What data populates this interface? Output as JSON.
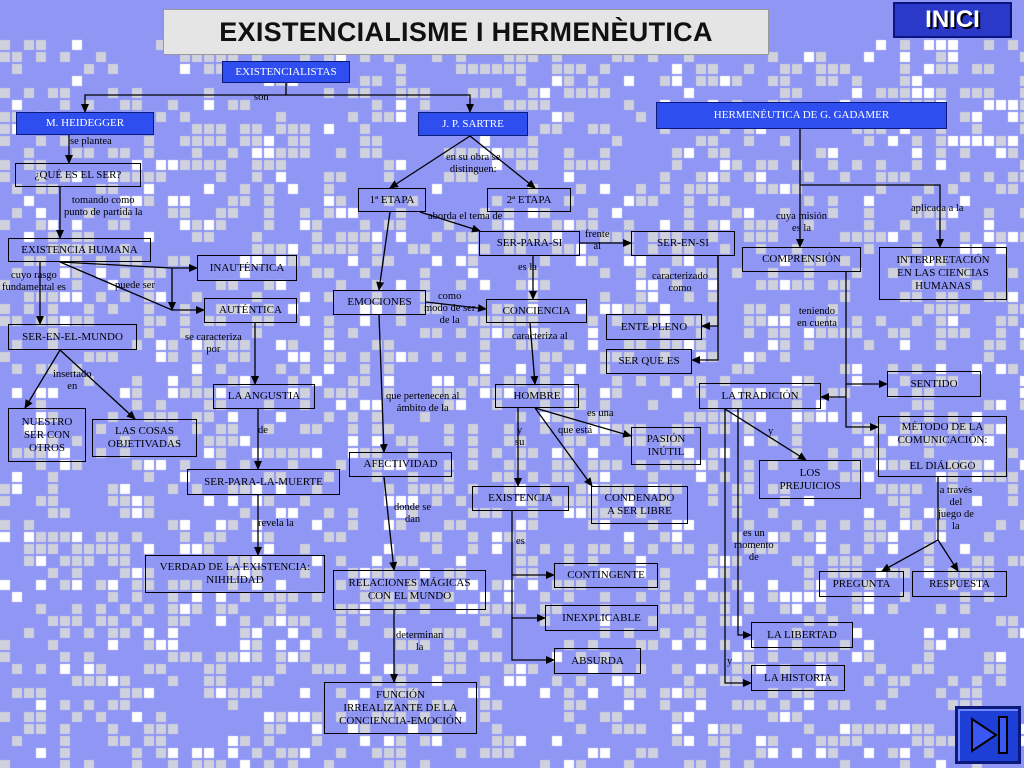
{
  "title": "EXISTENCIALISME I HERMENÈUTICA",
  "home_label": "INICI",
  "colors": {
    "background": "#8f96f4",
    "node_blue": "#2f4ef0",
    "pixel_light": "#cfd2dc",
    "pixel_white": "#ffffff"
  },
  "nodes": {
    "existencialistas": "EXISTENCIALISTAS",
    "heidegger": "M. HEIDEGGER",
    "sartre": "J. P.  SARTRE",
    "gadamer": "HERMENÉUTICA DE G. GADAMER",
    "que_es_ser": "¿QUÉ ES EL SER?",
    "existencia_humana": "EXISTENCIA HUMANA",
    "inautentica": "INAUTÉNTICA",
    "autentica": "AUTÉNTICA",
    "ser_en_el_mundo": "SER-EN-EL-MUNDO",
    "nuestro_ser": "NUESTRO\nSER CON\nOTROS",
    "cosas": "LAS COSAS\nOBJETIVADAS",
    "angustia": "LA ANGUSTIA",
    "ser_para_muerte": "SER-PARA-LA-MUERTE",
    "verdad": "VERDAD DE LA EXISTENCIA:\nNIHILIDAD",
    "etapa1": "1ª ETAPA",
    "etapa2": "2ª ETAPA",
    "ser_para_si": "SER-PARA-SI",
    "ser_en_si": "SER-EN-SI",
    "emociones": "EMOCIONES",
    "conciencia": "CONCIENCIA",
    "ente_pleno": "ENTE PLENO",
    "ser_que_es": "SER QUE ES",
    "hombre": "HOMBRE",
    "pasion": "PASIÓN\nINÚTIL",
    "afectividad": "AFECTIVIDAD",
    "existencia": "EXISTENCIA",
    "condenado": "CONDENADO\nA SER LIBRE",
    "relaciones": "RELACIONES MÁGICAS\nCON EL MUNDO",
    "contingente": "CONTINGENTE",
    "inexplicable": "INEXPLICABLE",
    "absurda": "ABSURDA",
    "funcion": "FUNCIÓN\nIRREALIZANTE DE LA\nCONCIENCIA-EMOCIÓN",
    "comprension": "COMPRENSIÓN",
    "interpretacion": "INTERPRETACIÓN\nEN LAS CIENCIAS\nHUMANAS",
    "sentido": "SENTIDO",
    "tradicion": "LA TRADICIÓN",
    "metodo": "MÉTODO DE LA\nCOMUNICACIÓN:\n\nEL DIÁLOGO",
    "prejuicios": "LOS\nPREJUICIOS",
    "pregunta": "PREGUNTA",
    "respuesta": "RESPUESTA",
    "libertad": "LA LIBERTAD",
    "historia": "LA HISTORIA"
  },
  "labels": {
    "son": "son",
    "se_plantea": "se plantea",
    "en_su_obra": "en su obra se\ndistinguen:",
    "tomando": "tomando como\npunto de partida la",
    "aborda": "aborda el tema de",
    "frente": "frente\nal",
    "cuya_mision": "cuya misión\nes la",
    "aplicada": "aplicada a la",
    "cuyo_rasgo": "cuyo rasgo\nfundamental es",
    "puede_ser": "puede ser",
    "es_la": "es la",
    "caracterizado": "caracterizado\ncomo",
    "como_modo": "como\nmodo de ser\nde la",
    "teniendo": "teniendo\nen cuenta",
    "se_caracteriza": "se caracteriza\npor",
    "caracteriza_al": "caracteriza al",
    "insertado": "insertado\nen",
    "que_pertenecen": "que pertenecen al\námbito de la",
    "es_una": "es una",
    "que_esta": "que está",
    "y_su": "y\nsu",
    "de": "de",
    "y_prejuicios": "y",
    "donde_se_dan": "donde se\ndan",
    "revela": "revela la",
    "es": "es",
    "a_traves": "a través\ndel\njuego de\nla",
    "es_un_momento": "es un\nmomento\nde",
    "determinan": "determinan\nla",
    "y_historia": "y"
  }
}
